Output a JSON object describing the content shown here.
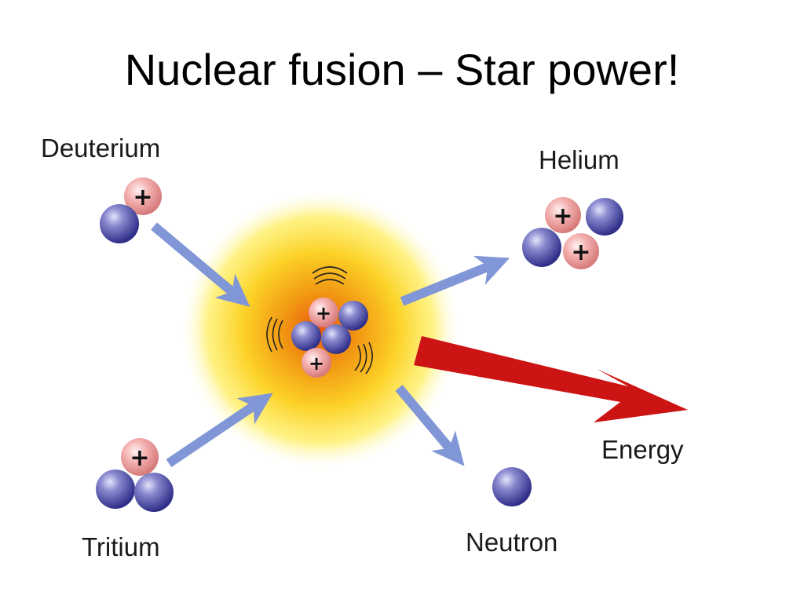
{
  "slide": {
    "title": "Nuclear fusion – Star power!"
  },
  "labels": {
    "deuterium": "Deuterium",
    "tritium": "Tritium",
    "helium": "Helium",
    "energy": "Energy",
    "neutron": "Neutron"
  },
  "symbols": {
    "proton_charge": "+"
  },
  "colors": {
    "proton": "#f2a3a3",
    "neutron": "#4a4aa6",
    "arrow": "#8096d6",
    "energy_arrow": "#cc1414",
    "glow_core": "#f07a10",
    "glow_outer": "#ffe94a"
  }
}
